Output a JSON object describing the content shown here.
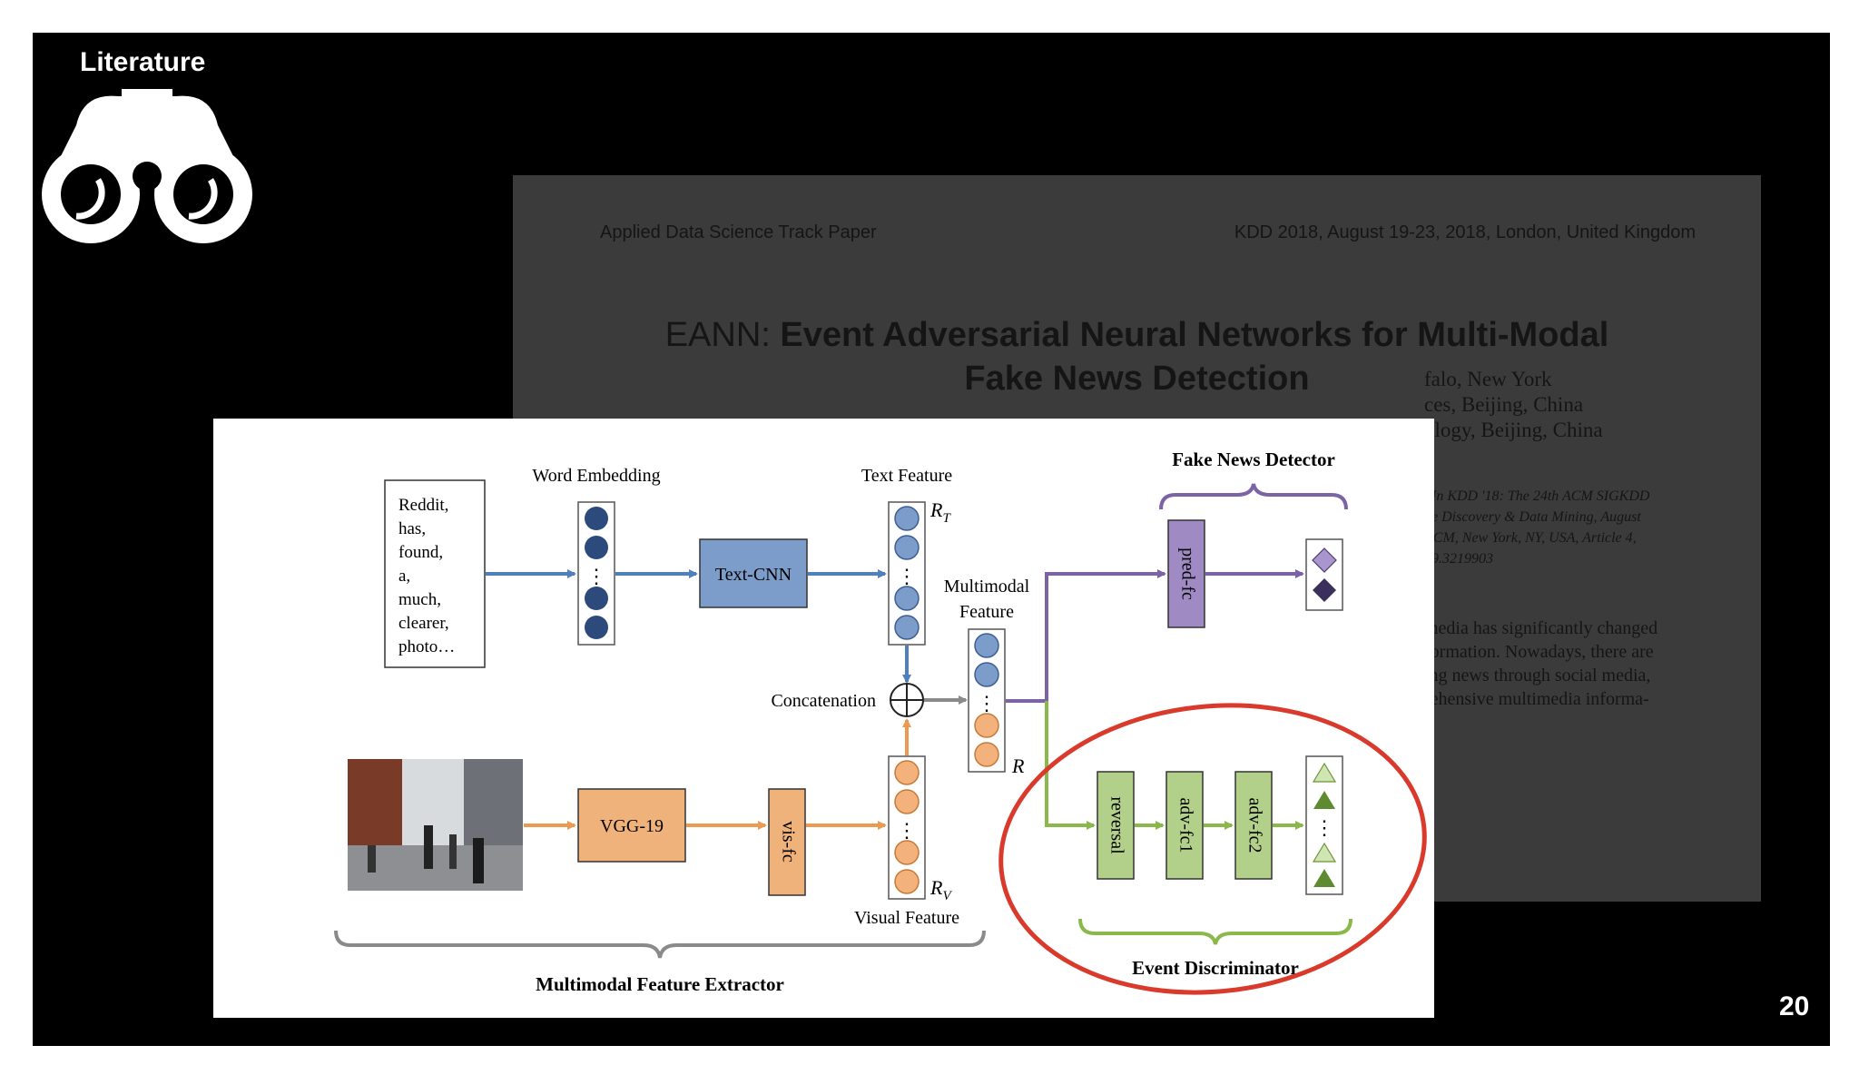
{
  "slide": {
    "section_title": "Literature",
    "icon": "binoculars-icon",
    "page_number": "20"
  },
  "paper": {
    "track": "Applied Data Science Track Paper",
    "conference": "KDD 2018, August 19-23, 2018, London, United Kingdom",
    "title_prefix": "EANN:",
    "title_rest": "Event Adversarial Neural Networks for Multi-Modal",
    "title_line2": "Fake News Detection",
    "affiliations": [
      "falo, New York",
      "ces, Beijing, China",
      "ology, Beijing, China"
    ],
    "reference_lines": [
      ". In KDD '18: The 24th ACM SIGKDD",
      "ge Discovery & Data Mining, August",
      "ACM, New York, NY, USA, Article 4,",
      "19.3219903"
    ],
    "abstract_lines": [
      "media has significantly changed",
      "formation. Nowadays, there are",
      "ing news through social media,",
      "rehensive multimedia informa-"
    ]
  },
  "diagram": {
    "input_text": [
      "Reddit,",
      "has,",
      "found,",
      "a,",
      "much,",
      "clearer,",
      "photo…"
    ],
    "word_embedding": "Word Embedding",
    "text_cnn": "Text-CNN",
    "text_feature": "Text Feature",
    "rt": "R",
    "rt_sub": "T",
    "multimodal_feature": [
      "Multimodal",
      "Feature"
    ],
    "concatenation": "Concatenation",
    "rf": "R",
    "vgg": "VGG-19",
    "vis_fc": "vis-fc",
    "rv": "R",
    "rv_sub": "V",
    "visual_feature": "Visual Feature",
    "extractor": "Multimodal Feature Extractor",
    "fake_news_detector": "Fake News Detector",
    "pred_fc": "pred-fc",
    "reversal": "reversal",
    "adv_fc1": "adv-fc1",
    "adv_fc2": "adv-fc2",
    "event_discriminator": "Event Discriminator",
    "dots": "⋮",
    "colors": {
      "text_path": "#4f7fbd",
      "visual_path": "#ec9a52",
      "detector_path": "#7b63a6",
      "discriminator_path": "#8ab84a",
      "highlight_circle": "#d93a2b"
    }
  }
}
